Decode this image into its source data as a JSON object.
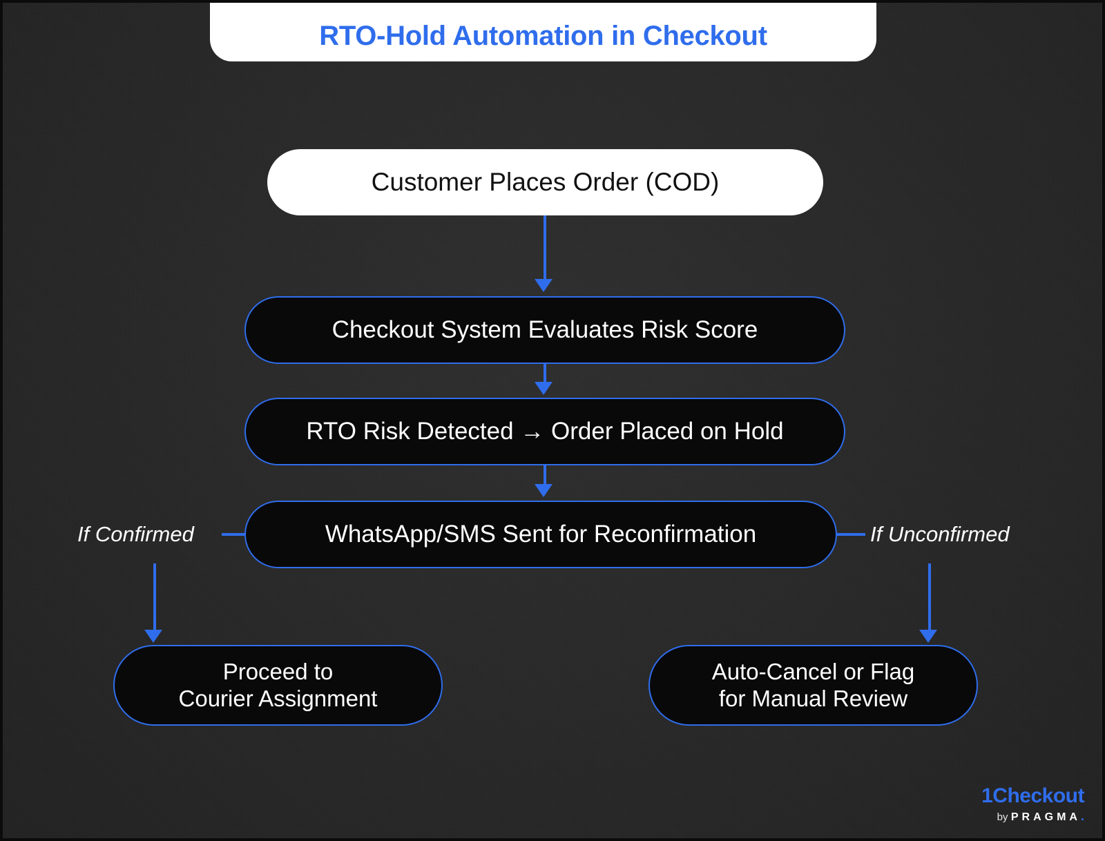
{
  "title": {
    "text": "RTO-Hold Automation in Checkout",
    "color": "#2f6dec"
  },
  "theme": {
    "background": "#272727",
    "accent": "#2f6dec",
    "node_fill_dark": "#090909",
    "node_fill_light": "#ffffff",
    "text_light": "#ffffff",
    "text_dark": "#111111"
  },
  "flow": {
    "nodes": [
      {
        "id": "order",
        "label": "Customer Places Order (COD)",
        "style": "white"
      },
      {
        "id": "risk",
        "label": "Checkout System Evaluates Risk Score",
        "style": "dark"
      },
      {
        "id": "hold",
        "label": "RTO Risk Detected → Order Placed on Hold",
        "style": "dark"
      },
      {
        "id": "whatsapp",
        "label": "WhatsApp/SMS Sent for Reconfirmation",
        "style": "dark"
      },
      {
        "id": "proceed",
        "label": "Proceed to\nCourier Assignment",
        "style": "dark"
      },
      {
        "id": "cancel",
        "label": "Auto-Cancel or Flag\nfor Manual Review",
        "style": "dark"
      }
    ],
    "branch_labels": {
      "left": "If Confirmed",
      "right": "If Unconfirmed"
    }
  },
  "logo": {
    "main": "1Checkout",
    "by": "by",
    "brand": "PRAGMA",
    "dot": "."
  }
}
